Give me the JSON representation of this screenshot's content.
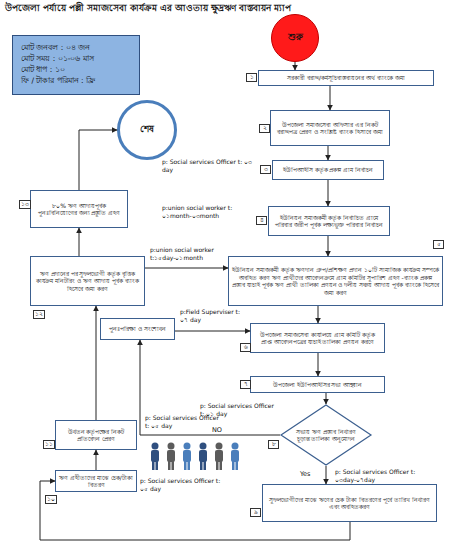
{
  "diagram": {
    "title": "উপজেলা পর্যায়ে পল্লী সমাজসেবা কার্যক্রম এর আওতায় ক্ষুদ্রঋণ বাস্তবায়ন ম্যাপ",
    "nodes": [
      {
        "text": [
          "মোট জনবল : ০৪ জন",
          "মোট সময় : ০১-০৬ মাস",
          "মোট ধাপ : ১০",
          "ফি / টাকার পরিমান : ফ্রি"
        ]
      },
      {
        "text": [
          "শুরু"
        ]
      },
      {
        "text": [
          "শেষ"
        ]
      },
      {
        "text": [
          "সরকারী বরাদ্দ/কর্মসূচিবাস্তবায়নের অর্থ ব্যাংকে জমা"
        ]
      },
      {
        "text": [
          "উপজেলা সমাজসেবা অফিসার এর নিকট বরাদ্দপত্র প্রেরণ ও সংশ্লিষ্ট ব্যাংক হিসাবে জমা"
        ]
      },
      {
        "text": [
          "ইউপিআইসি কর্তৃক প্রকল্প গ্রাম নির্বাচন"
        ]
      },
      {
        "text": [
          "ইউনিয়ন সমাজকর্মী কর্তৃক নির্বাচিত গ্রামে পরিবার জরীপ পূর্বক লক্ষ্যভুক্ত পরিবার নির্বাচন"
        ]
      },
      {
        "text": [
          "ইউনিয়ন সমাজকর্মী কর্তৃক ঋণদান গ্রুপ/প্রশিক্ষণ প্রদান ১০টি সামাজিক কার্যক্রম সম্পর্কে অবহিত করণ ঋণ প্রার্থীদের আবেদনক্রমে গ্রাম কমিটির সুপারিশ গ্রহণ -ব্যাংক প্রকল্প প্রস্তাব যাচাই পূর্বক ঋণ প্রার্থী তালিকা প্রণয়ন ও দলীয় সঞ্চয় আদায় পূর্বক ব্যাংকে হিসেবে জমা করণ"
        ]
      },
      {
        "text": [
          "উপজেলা সমাজসেবা কার্যালয়ে গ্রাম কমিটি কর্তৃক প্রাপ্ত আবেদনপত্রের যাচাই তালিকা প্রণয়ন করণে"
        ]
      },
      {
        "text": [
          "উপজেলা ইউপিআইসির সভা আহ্বান"
        ]
      },
      {
        "text": [
          "সভায় ঋণ প্রস্তাব নির্ধারণ চূড়ান্ত তালিকা অনুমোদন"
        ]
      },
      {
        "text": [
          "পুনঃপরিক্ষা ও সংশোধন"
        ]
      },
      {
        "text": [
          "সুফলভোগীদের মাঝে ঋণের চেক টাকা বিতরণের পূর্বে তারিখ নির্ধারণ এবং অবহিতকরণ"
        ]
      },
      {
        "text": [
          "ঋণ গ্রহীতাদের মাঝে চেক/টাকা বিতরণ"
        ]
      },
      {
        "text": [
          "উর্ধতন কর্তৃপক্ষের নিকট প্রতিবেদন প্রেরণ"
        ]
      },
      {
        "text": [
          "ঋণ প্রদানের পর সুফলভোগী কর্তৃক বৃত্তিক কার্যক্রম মনিটরিং ও ঋণ আদায় পূর্বক ব্যাংক হিসেবে জমা করণ"
        ]
      },
      {
        "text": [
          "৮০% ঋণ আদায়পূর্বক পুনঃবিনিয়োগের জন্য প্রস্তুতি গ্রহণ"
        ]
      }
    ],
    "edges": [
      {
        "from": 1,
        "to": 3,
        "arrow": "to"
      },
      {
        "from": 3,
        "to": 4,
        "arrow": "to"
      },
      {
        "from": 4,
        "to": 5,
        "arrow": "to"
      },
      {
        "from": 5,
        "to": 6,
        "arrow": "to"
      },
      {
        "from": 6,
        "to": 7,
        "arrow": "to"
      },
      {
        "from": 7,
        "to": 8,
        "arrow": "to"
      },
      {
        "from": 8,
        "to": 9,
        "arrow": "to"
      },
      {
        "from": 9,
        "to": 10,
        "arrow": "to"
      },
      {
        "from": 10,
        "to": 11,
        "label": "NO",
        "arrow": "to"
      },
      {
        "from": 10,
        "to": 12,
        "label": "Yes",
        "arrow": "to"
      },
      {
        "from": 11,
        "to": 8,
        "arrow": "to"
      },
      {
        "from": 12,
        "to": 13,
        "arrow": "to"
      },
      {
        "from": 13,
        "to": 14,
        "arrow": "to"
      },
      {
        "from": 14,
        "to": 15,
        "arrow": "to"
      },
      {
        "from": 15,
        "to": 16,
        "arrow": "to"
      },
      {
        "from": 16,
        "to": 2,
        "arrow": "to"
      },
      {
        "from": 15,
        "to": 7,
        "arrow": "to"
      }
    ],
    "labels": [
      "১",
      "২",
      "৩",
      "৪",
      "৫",
      "৬",
      "৭",
      "৮",
      "৯",
      "১০",
      "১১",
      "১২",
      "১৩",
      "p: Social services Officer t: ০৩ day",
      "p:union social worker t: ০১month-০৩month",
      "p:union social worker t:১৫day-০১month",
      "p:Field Superviser t: ০৭ day",
      "p: Social services Officer t: ০১ day",
      "p: Social services Officer t: ০৩day-০৭day",
      "p: Social services Officer t: ০৫ day",
      "p: Social services Officer t: ০৫ day"
    ]
  }
}
